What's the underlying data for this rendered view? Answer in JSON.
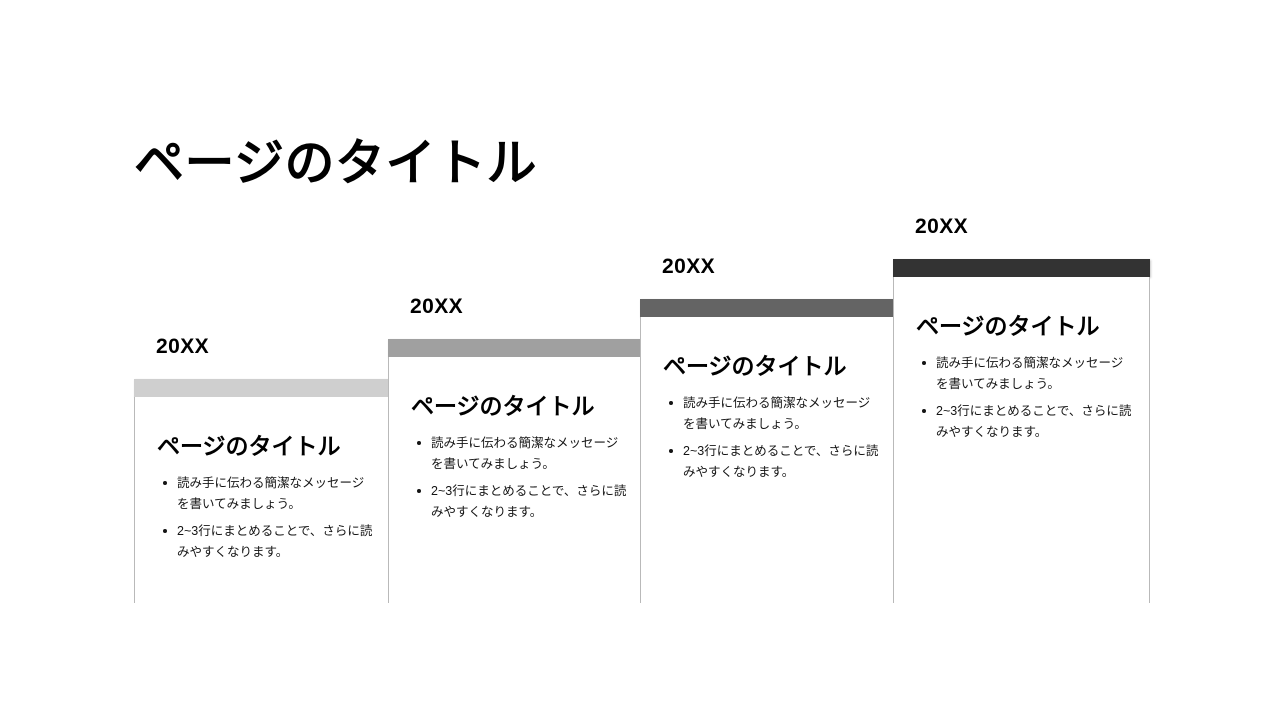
{
  "slide": {
    "background_color": "#ffffff",
    "title": "ページのタイトル"
  },
  "cards": [
    {
      "year": "20XX",
      "title": "ページのタイトル",
      "bar_color": "#cfcfcf",
      "bullets": [
        "読み手に伝わる簡潔なメッセージを書いてみましょう。",
        "2~3行にまとめることで、さらに読みやすくなります。"
      ]
    },
    {
      "year": "20XX",
      "title": "ページのタイトル",
      "bar_color": "#a0a0a0",
      "bullets": [
        "読み手に伝わる簡潔なメッセージを書いてみましょう。",
        "2~3行にまとめることで、さらに読みやすくなります。"
      ]
    },
    {
      "year": "20XX",
      "title": "ページのタイトル",
      "bar_color": "#646464",
      "bullets": [
        "読み手に伝わる簡潔なメッセージを書いてみましょう。",
        "2~3行にまとめることで、さらに読みやすくなります。"
      ]
    },
    {
      "year": "20XX",
      "title": "ページのタイトル",
      "bar_color": "#333333",
      "bullets": [
        "読み手に伝わる簡潔なメッセージを書いてみましょう。",
        "2~3行にまとめることで、さらに読みやすくなります。"
      ]
    }
  ]
}
